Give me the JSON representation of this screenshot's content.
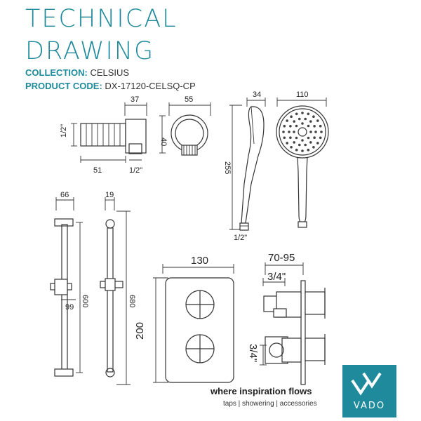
{
  "header": {
    "title_line1": "TECHNICAL",
    "title_line2": "DRAWING",
    "collection_label": "COLLECTION:",
    "collection_value": "CELSIUS",
    "product_code_label": "PRODUCT CODE:",
    "product_code_value": "DX-17120-CELSQ-CP"
  },
  "dimensions": {
    "elbow_depth": "37",
    "elbow_length": "51",
    "elbow_thread_left": "1/2\"",
    "elbow_thread_bottom": "1/2\"",
    "elbow_height": "40",
    "elbow_width": "55",
    "handset_depth": "34",
    "handset_head": "110",
    "handset_length": "255",
    "handset_thread": "1/2\"",
    "rail_width": "66",
    "rail_profile": "19",
    "rail_spacing": "99",
    "rail_length": "600",
    "rail_overall": "680",
    "valve_width": "130",
    "valve_height": "200",
    "valve_depth": "70-95",
    "outlet_upper": "3/4\"",
    "outlet_lower": "3/4\""
  },
  "footer": {
    "tagline": "where inspiration flows",
    "subline": "taps | showering | accessories",
    "logo_text": "VADO"
  },
  "colors": {
    "brand_teal": "#1f8a9b",
    "ink": "#333333"
  }
}
